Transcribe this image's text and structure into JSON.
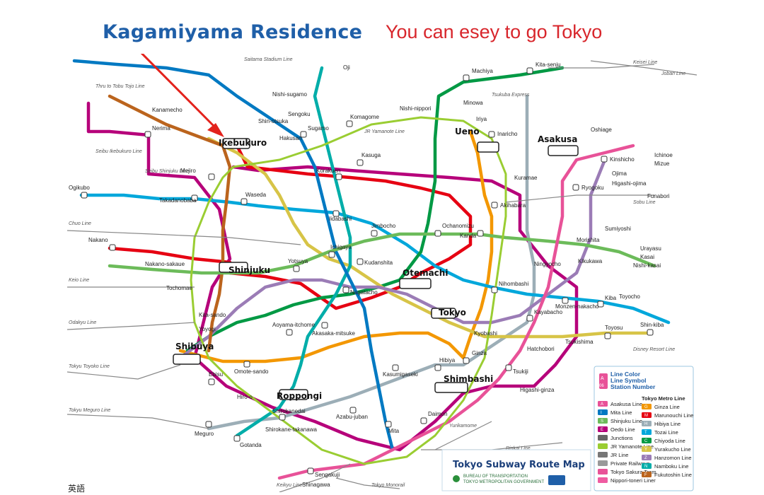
{
  "header": {
    "title": "Kagamiyama Residence",
    "subtitle": "You can esey to go Tokyo"
  },
  "colors": {
    "title": "#1f5fa8",
    "subtitle": "#d8262c",
    "marker_arrow": "#e3221c",
    "asakusa": "#e85298",
    "mita": "#0079c2",
    "shinjuku": "#6cbb5a",
    "oedo": "#b6007a",
    "ginza": "#f39700",
    "marunouchi": "#e60012",
    "hibiya": "#9caeb7",
    "tozai": "#00a7db",
    "chiyoda": "#009944",
    "yurakucho": "#d7c447",
    "hanzomon": "#9b7cb6",
    "namboku": "#00ada9",
    "fukutoshin": "#bb641d",
    "jr_yamanote": "#9acd32"
  },
  "lines": [
    {
      "name": "asakusa",
      "color": "#e85298"
    },
    {
      "name": "mita",
      "color": "#0079c2"
    },
    {
      "name": "shinjuku",
      "color": "#6cbb5a"
    },
    {
      "name": "oedo",
      "color": "#b6007a"
    },
    {
      "name": "ginza",
      "color": "#f39700"
    },
    {
      "name": "marunouchi",
      "color": "#e60012"
    },
    {
      "name": "hibiya",
      "color": "#9caeb7"
    },
    {
      "name": "tozai",
      "color": "#00a7db"
    },
    {
      "name": "chiyoda",
      "color": "#009944"
    },
    {
      "name": "yurakucho",
      "color": "#d7c447"
    },
    {
      "name": "hanzomon",
      "color": "#9b7cb6"
    },
    {
      "name": "namboku",
      "color": "#00ada9"
    },
    {
      "name": "fukutoshin",
      "color": "#bb641d"
    }
  ],
  "major_stations": {
    "ikebukuro": "Ikebukuro",
    "shinjuku": "Shinjuku",
    "shibuya": "Shibuya",
    "roppongi": "Roppongi",
    "shimbashi": "Shimbashi",
    "tokyo": "Tokyo",
    "otemachi": "Otemachi",
    "ueno": "Ueno",
    "asakusa": "Asakusa"
  },
  "stations": {
    "mejiro": "Mejiro",
    "takadanobaba": "Takadanobaba",
    "waseda": "Waseda",
    "iidabashi": "Iidabashi",
    "korakuen": "Korakuen",
    "kasuga": "Kasuga",
    "sugamo": "Sugamo",
    "komagome": "Komagome",
    "nishi_nippori": "Nishi-nippori",
    "machiya": "Machiya",
    "kita_senju": "Kita-senju",
    "minowa": "Minowa",
    "iriya": "Iriya",
    "inaricho": "Inaricho",
    "kuramae": "Kuramae",
    "ryogoku": "Ryogoku",
    "kinshicho": "Kinshicho",
    "oshiage": "Oshiage",
    "akihabara": "Akihabara",
    "kanda": "Kanda",
    "ochanomizu": "Ochanomizu",
    "jimbocho": "Jimbocho",
    "kudanshita": "Kudanshita",
    "ichigaya": "Ichigaya",
    "yotsuya": "Yotsuya",
    "akasaka_mitsuke": "Akasaka-mitsuke",
    "nagatacho": "Nagatacho",
    "kasumigaseki": "Kasumigaseki",
    "hibiya": "Hibiya",
    "ginza": "Ginza",
    "tsukiji": "Tsukiji",
    "kayabacho": "Kayabacho",
    "nihombashi": "Nihombashi",
    "monzen_nakacho": "Monzen-nakacho",
    "toyocho": "Toyocho",
    "kiba": "Kiba",
    "tsukishima": "Tsukishima",
    "toyosu": "Toyosu",
    "shin_kiba": "Shin-kiba",
    "ebisu": "Ebisu",
    "meguro": "Meguro",
    "gotanda": "Gotanda",
    "shinagawa": "Shinagawa",
    "mita": "Mita",
    "daimon": "Daimon",
    "azabu_juban": "Azabu-juban",
    "omotesando": "Omote-sando",
    "aoyama_itchome": "Aoyama-itchome",
    "nakano": "Nakano",
    "ogikubo": "Ogikubo",
    "nerima": "Nerima",
    "kanamecho": "Kanamecho",
    "shin_otsuka": "Shin-otsuka",
    "hakusan": "Hakusan",
    "sengoku": "Sengoku",
    "nishi_sugamo": "Nishi-sugamo",
    "oji": "Oji",
    "kitasando": "Kita-sando",
    "yoyogi": "Yoyogi",
    "tochomae": "Tochomae",
    "nakano_sakaue": "Nakano-sakaue",
    "higashi_ginza": "Higashi-ginza",
    "kyobashi": "Kyobashi",
    "hatchobori": "Hatchobori",
    "ningyocho": "Ningyocho",
    "morishita": "Morishita",
    "sumiyoshi": "Sumiyoshi",
    "kikukawa": "Kikukawa",
    "funabori": "Funabori",
    "oshima": "Ojima",
    "higashi_ojima": "Higashi-ojima",
    "shirokane_takanawa": "Shirokane-takanawa",
    "shirokanedai": "Shirokanedai",
    "sengakuji": "Sengakuji",
    "hiro_o": "Hiro-o",
    "ichinoe": "Ichinoe",
    "mizue": "Mizue",
    "kasai": "Kasai",
    "nishi_kasai": "Nishi-kasai",
    "urayasu": "Urayasu"
  },
  "thru_labels": {
    "tobu_tojo": "Thru to Tobu Tojo Line",
    "saitama": "Saitama Stadium Line",
    "keio": "Keio Line",
    "odakyu": "Odakyu Line",
    "tokyu_toyoko": "Tokyu Toyoko Line",
    "tokyu_meguro": "Tokyu Meguro Line",
    "keikyu": "Keikyu Line",
    "keisei": "Keisei Line",
    "jr_yamanote": "JR Yamanote Line",
    "tsukuba_express": "Tsukuba Express",
    "joban": "Joban Line",
    "sobu": "Sobu Line",
    "yurikamome": "Yurikamome",
    "rinkai": "Rinkai Line",
    "seibu_ikebukuro": "Seibu Ikebukuro Line",
    "seibu_shinjuku": "Seibu Shinjuku Line",
    "chuo": "Chuo Line",
    "tokyo_monorail": "Tokyo Monorail",
    "disney_resort": "Disney Resort Line"
  },
  "legend": {
    "head_color": "Line Color",
    "head_symbol": "Line Symbol",
    "head_number": "Station Number",
    "sample_code": "A",
    "sample_num": "06",
    "items_left": [
      {
        "name": "Asakusa Line",
        "color": "#e85298",
        "code": "A"
      },
      {
        "name": "Mita Line",
        "color": "#0079c2",
        "code": "I"
      },
      {
        "name": "Shinjuku Line",
        "color": "#6cbb5a",
        "code": "S"
      },
      {
        "name": "Oedo Line",
        "color": "#b6007a",
        "code": "E"
      },
      {
        "name": "Junctions",
        "color": "#666666",
        "code": ""
      },
      {
        "name": "JR Yamanote Line",
        "color": "#9acd32",
        "code": ""
      },
      {
        "name": "JR Line",
        "color": "#777777",
        "code": ""
      },
      {
        "name": "Private Railways",
        "color": "#999999",
        "code": ""
      },
      {
        "name": "Tokyo Sakura Tram",
        "color": "#e85298",
        "code": ""
      },
      {
        "name": "Nippori-toneri Liner",
        "color": "#ef5ba1",
        "code": ""
      }
    ],
    "items_right": [
      {
        "name": "Ginza Line",
        "color": "#f39700",
        "code": "G"
      },
      {
        "name": "Marunouchi Line",
        "color": "#e60012",
        "code": "M"
      },
      {
        "name": "Hibiya Line",
        "color": "#9caeb7",
        "code": "H"
      },
      {
        "name": "Tozai Line",
        "color": "#00a7db",
        "code": "T"
      },
      {
        "name": "Chiyoda Line",
        "color": "#009944",
        "code": "C"
      },
      {
        "name": "Yurakucho Line",
        "color": "#d7c447",
        "code": "Y"
      },
      {
        "name": "Hanzomon Line",
        "color": "#9b7cb6",
        "code": "Z"
      },
      {
        "name": "Namboku Line",
        "color": "#00ada9",
        "code": "N"
      },
      {
        "name": "Fukutoshin Line",
        "color": "#bb641d",
        "code": "F"
      }
    ],
    "tokyo_metro_label": "Tokyo Metro Line"
  },
  "logo": {
    "title": "Tokyo Subway Route Map",
    "org1": "BUREAU OF TRANSPORTATION",
    "org2": "TOKYO METROPOLITAN GOVERNMENT"
  },
  "footer_label": "英語"
}
